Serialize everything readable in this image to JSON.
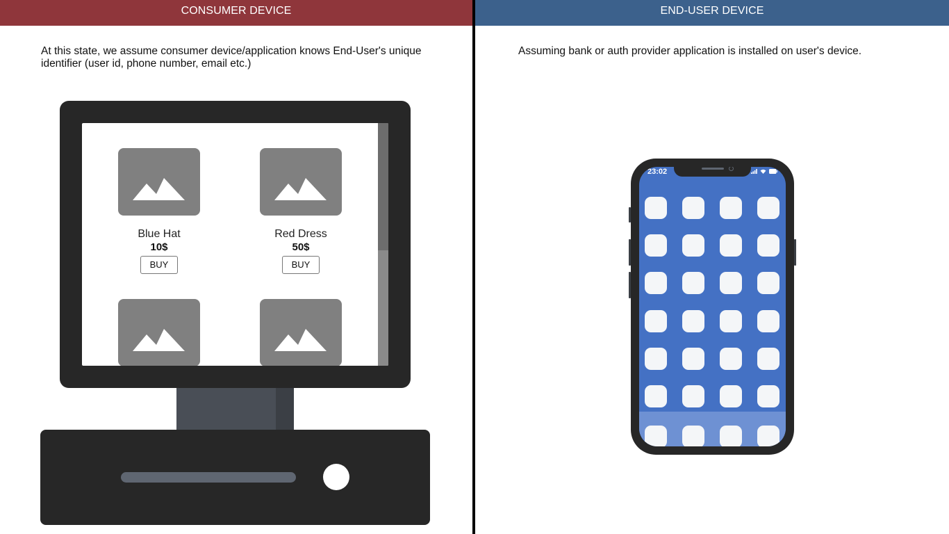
{
  "left_panel": {
    "header": "CONSUMER DEVICE",
    "header_color": "#8f363b",
    "description": "At this state, we assume consumer device/application knows End-User's unique identifier (user id, phone number, email etc.)"
  },
  "right_panel": {
    "header": "END-USER DEVICE",
    "header_color": "#3c618c",
    "description": "Assuming bank or auth provider application is installed on user's device."
  },
  "shop": {
    "products": [
      {
        "name": "Blue Hat",
        "price": "10$",
        "button": "BUY"
      },
      {
        "name": "Red Dress",
        "price": "50$",
        "button": "BUY"
      },
      {
        "name": "",
        "price": "",
        "button": ""
      },
      {
        "name": "",
        "price": "",
        "button": ""
      }
    ]
  },
  "phone": {
    "time": "23:02",
    "screen_color": "#4471c4",
    "status_icons": [
      "signal-icon",
      "wifi-icon",
      "battery-icon"
    ],
    "home_rows": 6,
    "columns": 4,
    "dock_apps": 4
  }
}
